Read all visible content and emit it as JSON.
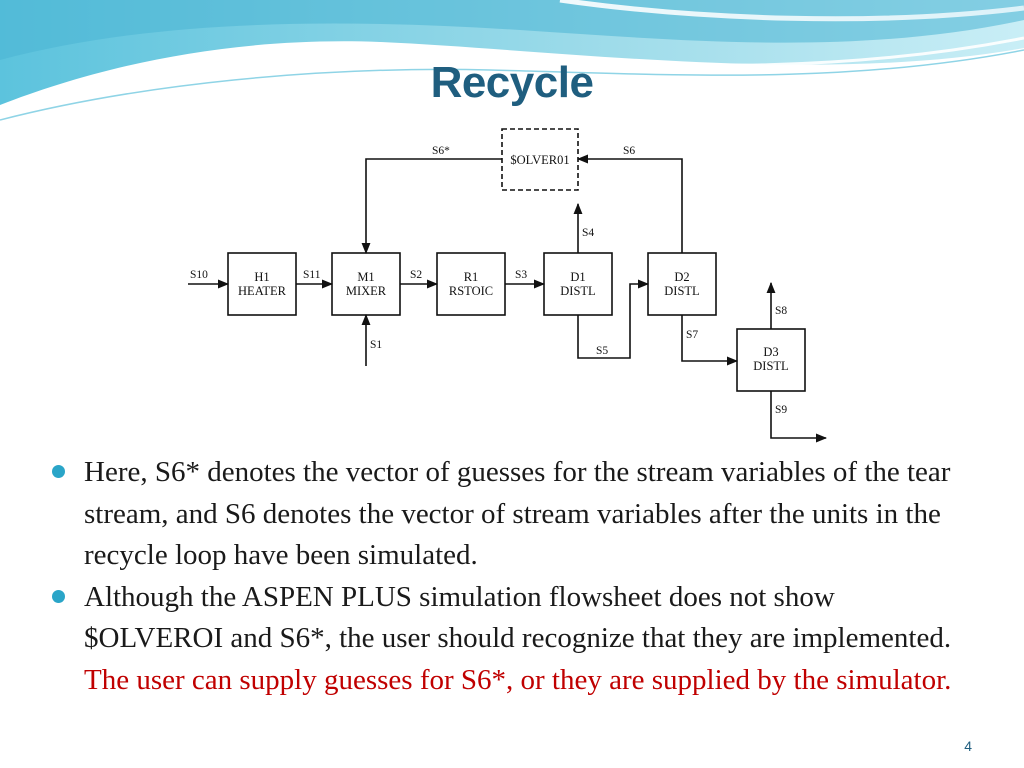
{
  "slide": {
    "title": "Recycle",
    "page_number": "4"
  },
  "flowsheet": {
    "blocks": {
      "h1": {
        "id": "H1",
        "type": "HEATER"
      },
      "m1": {
        "id": "M1",
        "type": "MIXER"
      },
      "r1": {
        "id": "R1",
        "type": "RSTOIC"
      },
      "d1": {
        "id": "D1",
        "type": "DISTL"
      },
      "d2": {
        "id": "D2",
        "type": "DISTL"
      },
      "d3": {
        "id": "D3",
        "type": "DISTL"
      },
      "solver": {
        "label": "$OLVER01"
      }
    },
    "streams": {
      "s10": "S10",
      "s11": "S11",
      "s2": "S2",
      "s3": "S3",
      "s1": "S1",
      "s4": "S4",
      "s5": "S5",
      "s6": "S6",
      "s6_star": "S6*",
      "s7": "S7",
      "s8": "S8",
      "s9": "S9"
    }
  },
  "bullets": [
    {
      "text": "Here, S6* denotes the vector of guesses for the stream variables of the tear stream, and S6 denotes the vector of stream variables after the units in the recycle loop have been simulated."
    },
    {
      "text": "Although the ASPEN PLUS simulation flowsheet does not show $OLVEROI and S6*, the user should recognize that they are implemented. ",
      "highlight": "The user can supply guesses for S6*, or they are supplied by the simulator."
    }
  ],
  "colors": {
    "title": "#1f5e7f",
    "bullet_marker": "#2aa5c8",
    "highlight_text": "#c00000"
  }
}
